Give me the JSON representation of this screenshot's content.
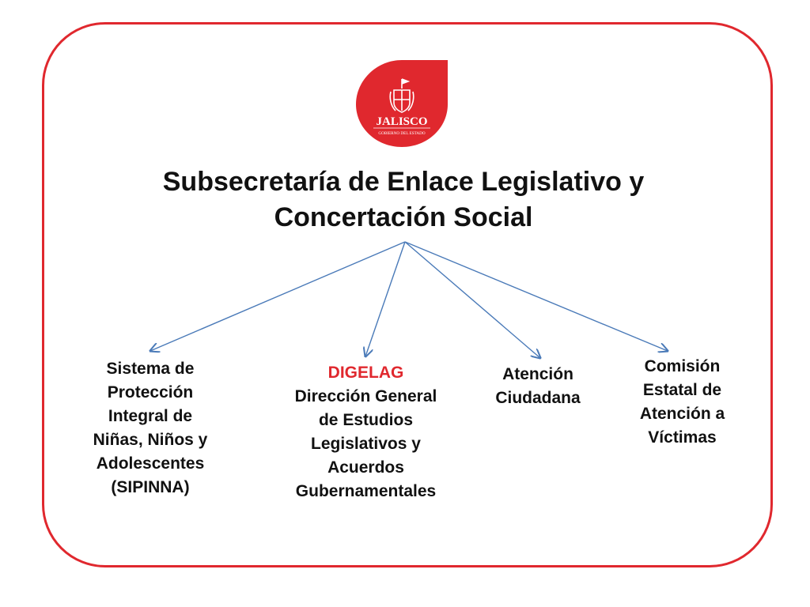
{
  "colors": {
    "accent": "#e0282e",
    "arrow": "#4a7ab8",
    "text": "#111111"
  },
  "logo": {
    "name": "JALISCO",
    "subtitle": "GOBIERNO DEL ESTADO"
  },
  "title": {
    "line1": "Subsecretaría de Enlace Legislativo y",
    "line2": "Concertación Social"
  },
  "nodes": {
    "sipinna": [
      "Sistema de",
      "Protección",
      "Integral de",
      "Niñas, Niños y",
      "Adolescentes",
      "(SIPINNA)"
    ],
    "digelag": {
      "acronym": "DIGELAG",
      "lines": [
        "Dirección General",
        "de Estudios",
        "Legislativos y",
        "Acuerdos",
        "Gubernamentales"
      ]
    },
    "atencion": [
      "Atención",
      "Ciudadana"
    ],
    "comision": [
      "Comisión",
      "Estatal de",
      "Atención a",
      "Víctimas"
    ]
  }
}
